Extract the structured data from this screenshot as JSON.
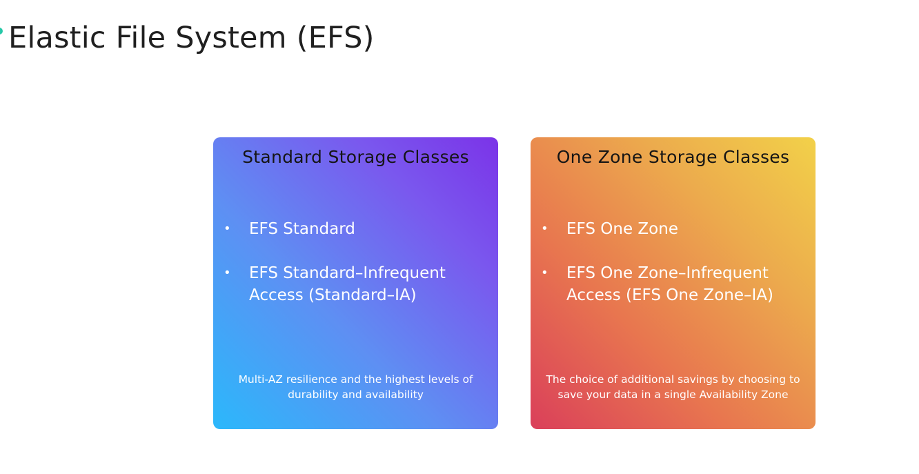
{
  "title": "Elastic File System (EFS)",
  "colors": {
    "accent": "#27c8a8",
    "standard_gradient": [
      "#2bb8fb",
      "#7b33e8"
    ],
    "onezone_gradient": [
      "#da3f5a",
      "#f2d149"
    ]
  },
  "cards": [
    {
      "title": "Standard Storage Classes",
      "items": [
        "EFS Standard",
        "EFS Standard–Infrequent Access (Standard–IA)"
      ],
      "note": "Multi-AZ resilience and the highest levels of durability and availability"
    },
    {
      "title": "One Zone Storage Classes",
      "items": [
        "EFS One Zone",
        "EFS One Zone–Infrequent Access (EFS One Zone–IA)"
      ],
      "note": "The choice of additional savings by choosing to save your data in a single Availability Zone"
    }
  ],
  "bullet_symbol": "•"
}
